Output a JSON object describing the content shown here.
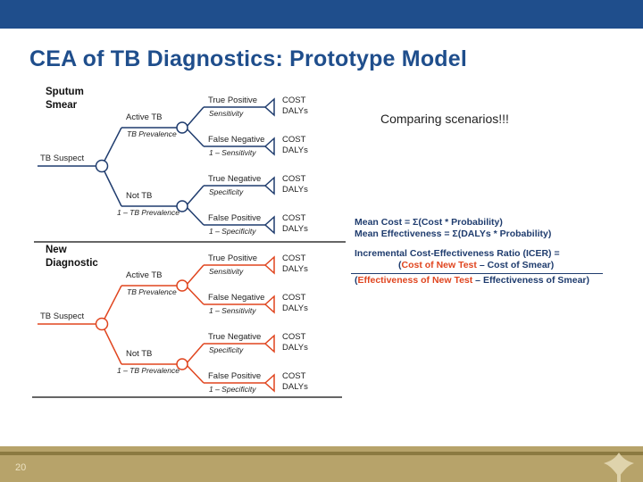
{
  "slide": {
    "title": "CEA of TB Diagnostics: Prototype Model",
    "note": "Comparing scenarios!!!",
    "page_number": "20"
  },
  "colors": {
    "topbar": "#1f4e8c",
    "blue_tree": "#1f3c6e",
    "red_tree": "#e0451f",
    "footer": "#b7a36a"
  },
  "trees": [
    {
      "label_line1": "Sputum",
      "label_line2": "Smear",
      "root": "TB Suspect",
      "branches": [
        {
          "label": "Active TB",
          "prob": "TB Prevalence",
          "leaves": [
            {
              "label": "True Positive",
              "prob": "Sensitivity"
            },
            {
              "label": "False Negative",
              "prob": "1 – Sensitivity"
            }
          ]
        },
        {
          "label": "Not TB",
          "prob": "1 – TB Prevalence",
          "leaves": [
            {
              "label": "True Negative",
              "prob": "Specificity"
            },
            {
              "label": "False Positive",
              "prob": "1 – Specificity"
            }
          ]
        }
      ]
    },
    {
      "label_line1": "New",
      "label_line2": "Diagnostic",
      "root": "TB Suspect",
      "branches": [
        {
          "label": "Active TB",
          "prob": "TB Prevalence",
          "leaves": [
            {
              "label": "True Positive",
              "prob": "Sensitivity"
            },
            {
              "label": "False Negative",
              "prob": "1 – Sensitivity"
            }
          ]
        },
        {
          "label": "Not TB",
          "prob": "1 – TB Prevalence",
          "leaves": [
            {
              "label": "True Negative",
              "prob": "Specificity"
            },
            {
              "label": "False Positive",
              "prob": "1 – Specificity"
            }
          ]
        }
      ]
    }
  ],
  "outcome_labels": {
    "cost": "COST",
    "dalys": "DALYs"
  },
  "formulas": {
    "mean_cost": "Mean Cost = Σ(Cost * Probability)",
    "mean_effectiveness": "Mean Effectiveness = Σ(DALYs * Probability)",
    "icer_title": "Incremental Cost-Effectiveness Ratio (ICER) =",
    "num_open": "(",
    "num_new": "Cost of New Test",
    "num_rest": " – Cost of Smear)",
    "den_open": "(",
    "den_new": "Effectiveness of New Test",
    "den_rest": " – Effectiveness of Smear)"
  }
}
